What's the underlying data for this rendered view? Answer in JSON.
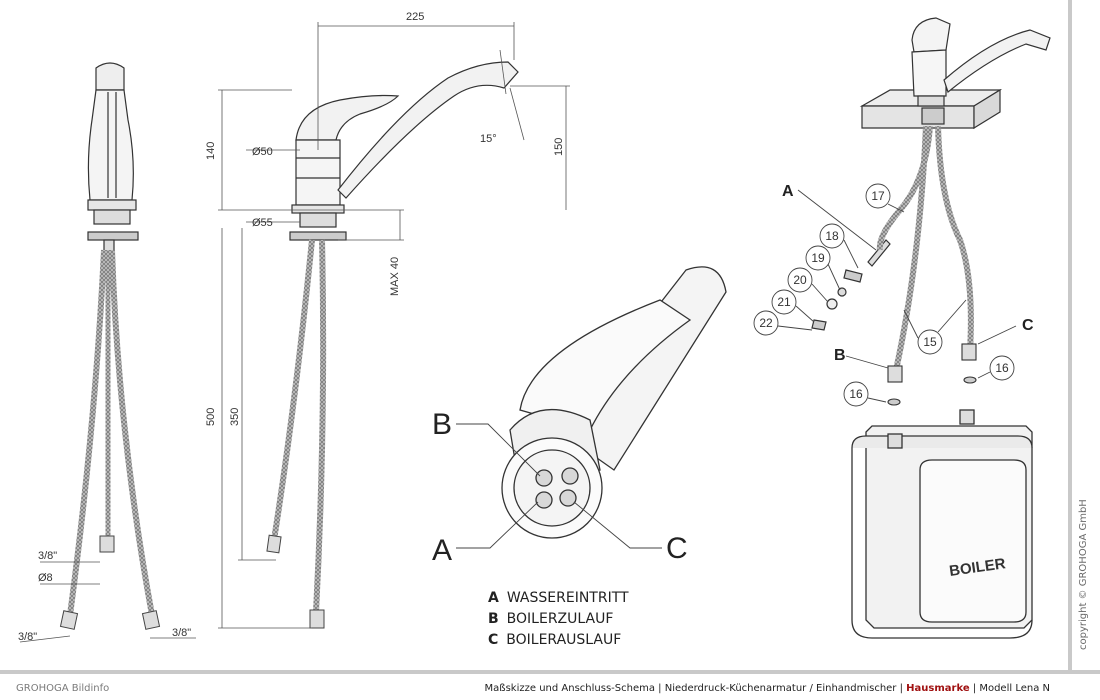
{
  "dimensions": {
    "width_225": "225",
    "height_140": "140",
    "height_150": "150",
    "angle_15": "15°",
    "dia_50": "Ø50",
    "dia_55": "Ø55",
    "max_40": "MAX 40",
    "len_500": "500",
    "len_350": "350",
    "thread_38_top": "3/8\"",
    "dia_8": "Ø8",
    "thread_38_left": "3/8\"",
    "thread_38_right": "3/8\""
  },
  "detail_labels": {
    "a": "A",
    "b": "B",
    "c": "C"
  },
  "legend": [
    {
      "letter": "A",
      "text": "WASSEREINTRITT"
    },
    {
      "letter": "B",
      "text": "BOILERZULAUF"
    },
    {
      "letter": "C",
      "text": "BOILERAUSLAUF"
    }
  ],
  "exploded_labels": {
    "a": "A",
    "b": "B",
    "c": "C",
    "parts": [
      "17",
      "18",
      "19",
      "20",
      "21",
      "22",
      "15",
      "16",
      "16"
    ]
  },
  "boiler_label": "BOILER",
  "copyright": "copyright © GROHOGA GmbH",
  "footer": {
    "left": "GROHOGA Bildinfo",
    "title": "Maßskizze und Anschluss-Schema | Niederdruck-Küchenarmatur / Einhandmischer | ",
    "brand": "Hausmarke",
    "model": " | Modell Lena N"
  }
}
